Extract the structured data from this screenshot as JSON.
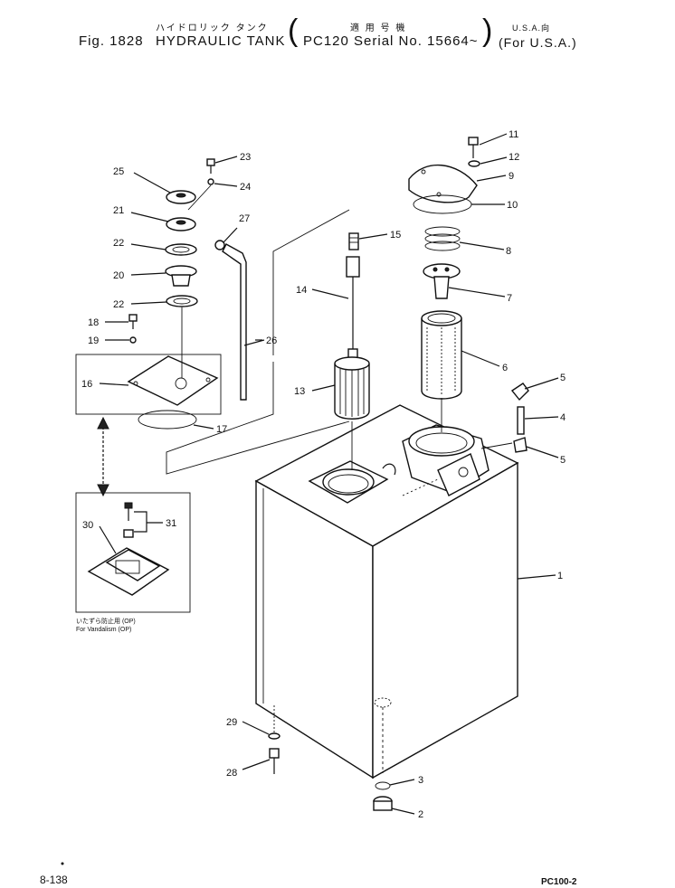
{
  "header": {
    "jp_title": "ハイドロリック タンク",
    "jp_serial": "適 用 号 機",
    "jp_region": "U.S.A.向",
    "fig_no": "Fig. 1828",
    "title": "HYDRAULIC TANK",
    "serial": "PC120 Serial No. 15664~",
    "region": "(For U.S.A.)"
  },
  "callouts": [
    {
      "id": "c11",
      "label": "11"
    },
    {
      "id": "c12",
      "label": "12"
    },
    {
      "id": "c9",
      "label": "9"
    },
    {
      "id": "c10",
      "label": "10"
    },
    {
      "id": "c8",
      "label": "8"
    },
    {
      "id": "c7",
      "label": "7"
    },
    {
      "id": "c6",
      "label": "6"
    },
    {
      "id": "c5a",
      "label": "5"
    },
    {
      "id": "c4",
      "label": "4"
    },
    {
      "id": "c5b",
      "label": "5"
    },
    {
      "id": "c1",
      "label": "1"
    },
    {
      "id": "c23",
      "label": "23"
    },
    {
      "id": "c24",
      "label": "24"
    },
    {
      "id": "c25",
      "label": "25"
    },
    {
      "id": "c21",
      "label": "21"
    },
    {
      "id": "c27",
      "label": "27"
    },
    {
      "id": "c22a",
      "label": "22"
    },
    {
      "id": "c20",
      "label": "20"
    },
    {
      "id": "c22b",
      "label": "22"
    },
    {
      "id": "c18",
      "label": "18"
    },
    {
      "id": "c19",
      "label": "19"
    },
    {
      "id": "c26",
      "label": "26"
    },
    {
      "id": "c16",
      "label": "16"
    },
    {
      "id": "c17",
      "label": "17"
    },
    {
      "id": "c15",
      "label": "15"
    },
    {
      "id": "c14",
      "label": "14"
    },
    {
      "id": "c13",
      "label": "13"
    },
    {
      "id": "c30",
      "label": "30"
    },
    {
      "id": "c31",
      "label": "31"
    },
    {
      "id": "c29",
      "label": "29"
    },
    {
      "id": "c28",
      "label": "28"
    },
    {
      "id": "c3",
      "label": "3"
    },
    {
      "id": "c2",
      "label": "2"
    }
  ],
  "inset_caption": {
    "jp": "いたずら防止用 (OP)",
    "en": "For Vandalism (OP)"
  },
  "footer": {
    "page": "8-138",
    "model": "PC100-2"
  }
}
